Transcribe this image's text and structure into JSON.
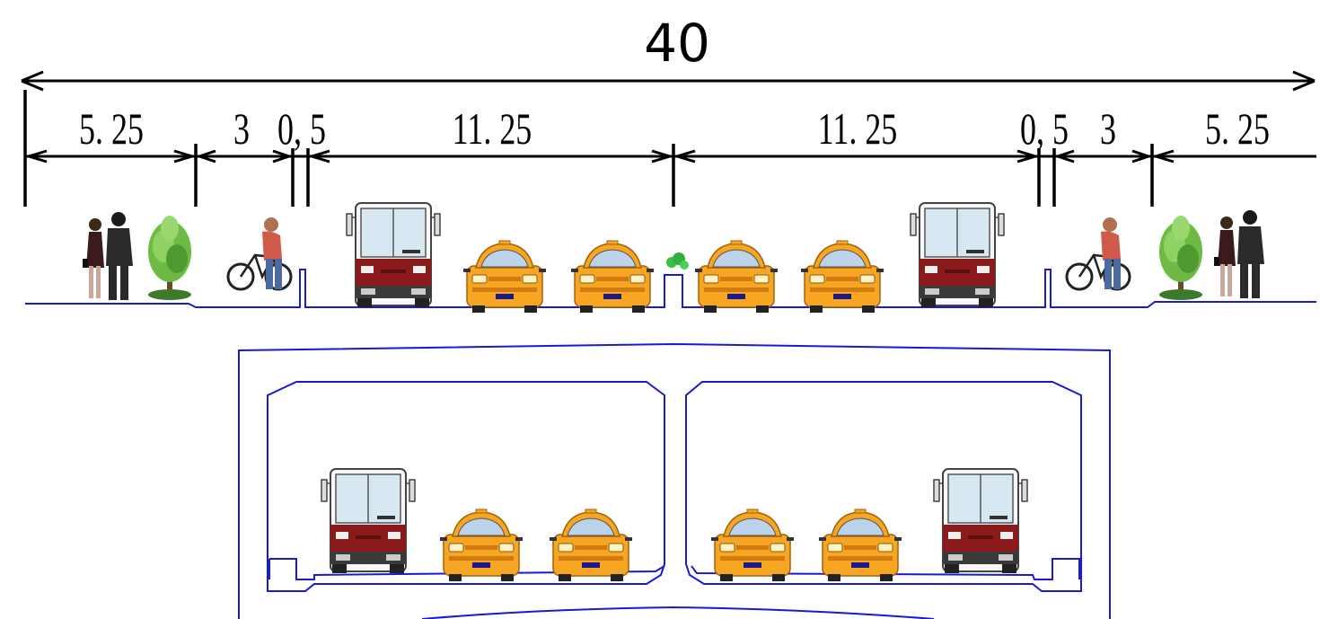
{
  "cross_section": {
    "total_width": "40",
    "segments": [
      {
        "id": "sidewalk-left",
        "label": "5. 25"
      },
      {
        "id": "bike-lane-left",
        "label": "3"
      },
      {
        "id": "curb-left",
        "label": "0, 5"
      },
      {
        "id": "carriageway-left",
        "label": "11. 25"
      },
      {
        "id": "carriageway-right",
        "label": "11. 25"
      },
      {
        "id": "curb-right",
        "label": "0, 5"
      },
      {
        "id": "bike-lane-right",
        "label": "3"
      },
      {
        "id": "sidewalk-right",
        "label": "5. 25"
      }
    ]
  },
  "colors": {
    "line": "#1a1ad6",
    "car_body": "#f6a623",
    "bus_body": "#8b1a1a",
    "tree": "#5aa83a"
  },
  "icons": [
    "pedestrian-couple-icon",
    "tree-icon",
    "cyclist-icon",
    "bus-icon",
    "taxi-icon",
    "median-shrub-icon"
  ]
}
